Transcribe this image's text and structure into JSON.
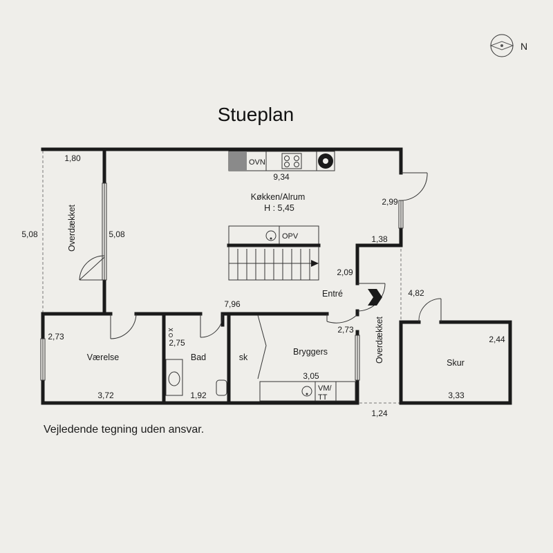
{
  "title": "Stueplan",
  "disclaimer": "Vejledende tegning uden ansvar.",
  "compass": {
    "label": "N"
  },
  "rooms": {
    "kitchen": {
      "name": "Køkken/Alrum",
      "height": "H : 5,45"
    },
    "overdaekket_left": "Overdækket",
    "overdaekket_right": "Overdækket",
    "entre": "Entré",
    "vaerelse": "Værelse",
    "bad": "Bad",
    "sk": "sk",
    "bryggers": "Bryggers",
    "skur": "Skur"
  },
  "fixtures": {
    "ovn": "OVN",
    "opv": "OPV",
    "vm_line1": "VM/",
    "vm_line2": "TT"
  },
  "dimensions": {
    "d_1_80": "1,80",
    "d_9_34": "9,34",
    "d_5_08_outer": "5,08",
    "d_5_08_inner": "5,08",
    "d_2_99": "2,99",
    "d_1_38": "1,38",
    "d_2_09": "2,09",
    "d_7_96": "7,96",
    "d_4_82": "4,82",
    "d_2_73_left": "2,73",
    "d_2_75": "2,75",
    "d_2_73_right": "2,73",
    "d_2_44": "2,44",
    "d_3_05": "3,05",
    "d_3_72": "3,72",
    "d_1_92": "1,92",
    "d_3_33": "3,33",
    "d_1_24": "1,24"
  }
}
